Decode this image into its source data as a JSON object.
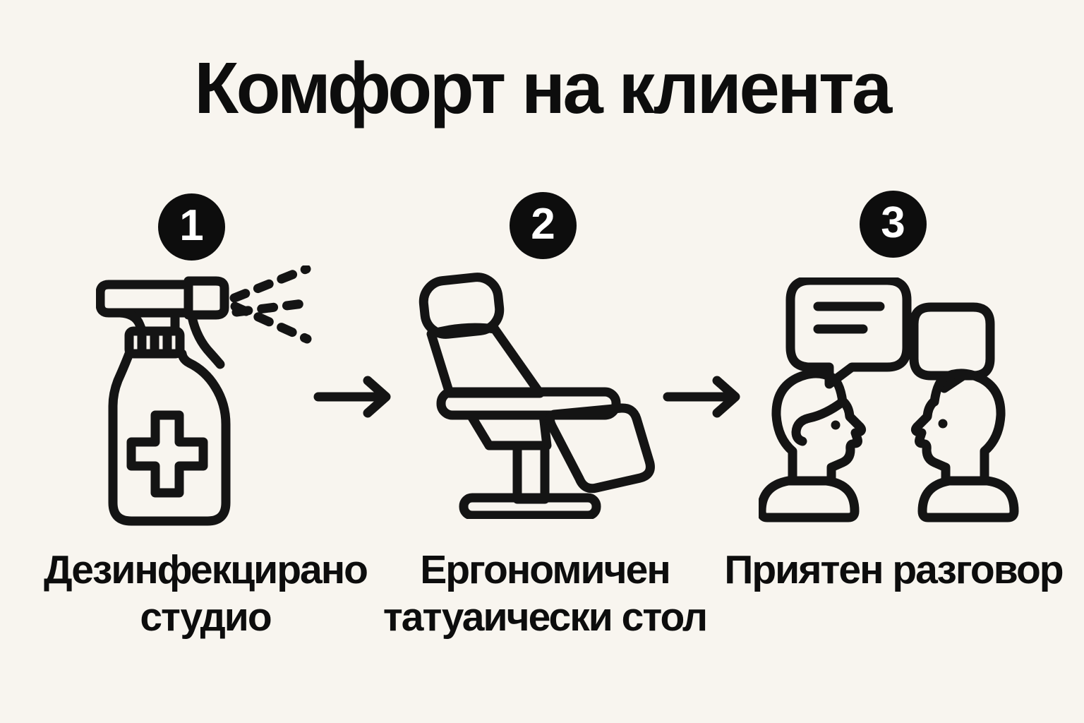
{
  "colors": {
    "background": "#f8f5ef",
    "ink": "#141414",
    "badge_background": "#0d0d0d",
    "badge_text": "#ffffff"
  },
  "title": "Комфорт на клиента",
  "steps": [
    {
      "number": "1",
      "icon": "disinfectant-spray-bottle-icon",
      "caption_line1": "Дезинфекцирано",
      "caption_line2": "студио"
    },
    {
      "number": "2",
      "icon": "tattoo-chair-icon",
      "caption_line1": "Ергономичен",
      "caption_line2": "татуаически стол"
    },
    {
      "number": "3",
      "icon": "conversation-icon",
      "caption_line1": "Приятен разговор",
      "caption_line2": ""
    }
  ],
  "connectors": [
    {
      "type": "arrow-right"
    },
    {
      "type": "arrow-right"
    }
  ]
}
